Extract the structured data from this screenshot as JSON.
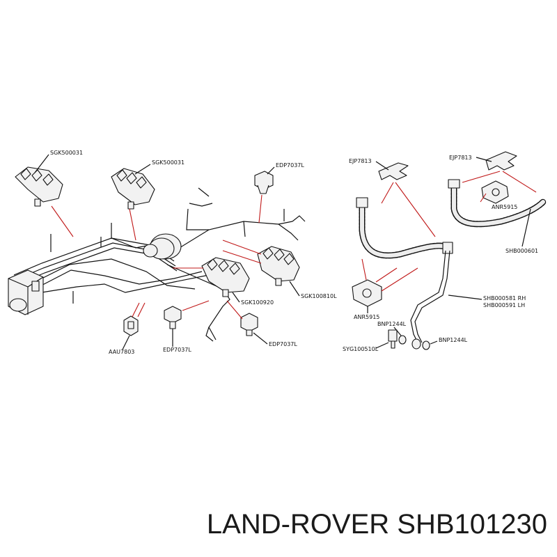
{
  "labels": {
    "sgk500031_a": "SGK500031",
    "sgk500031_b": "SGK500031",
    "edp7037l_top": "EDP7037L",
    "edp7037l_mid": "EDP7037L",
    "edp7037l_bottom": "EDP7037L",
    "sgk100920": "SGK100920",
    "sgk100810l": "SGK100810L",
    "aau7803": "AAU7803",
    "ejp7813_left": "EJP7813",
    "ejp7813_right": "EJP7813",
    "anr5915_right": "ANR5915",
    "anr5915_left": "ANR5915",
    "shb000601": "SHB000601",
    "shb000581": "SHB000581 RH",
    "shb000591": "SHB000591 LH",
    "bnp1244l_left": "BNP1244L",
    "bnp1244l_right": "BNP1244L",
    "syg100510l": "SYG100510L"
  },
  "caption": "LAND-ROVER SHB101230",
  "colors": {
    "leader": "#c01818",
    "line": "#111111"
  }
}
